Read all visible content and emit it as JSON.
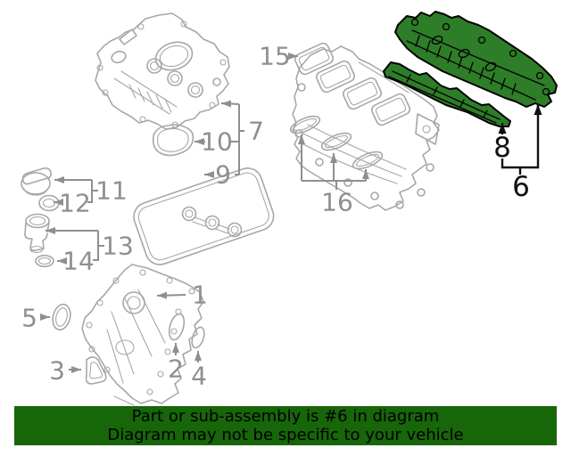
{
  "title": "Engine parts diagram",
  "banner": {
    "line1": "Part or sub-assembly is #6 in diagram",
    "line2": "Diagram may not be specific to your vehicle"
  },
  "highlight": {
    "selected_part_number": "6",
    "emphasized_callouts": [
      "6",
      "8"
    ],
    "fill": "#2e7d28",
    "outline": "#000000"
  },
  "colors": {
    "background": "#ffffff",
    "line_art_gray": "#a7a7a7",
    "callout_gray": "#8f8f8f",
    "banner_background": "#17660a",
    "banner_text": "#000000"
  },
  "callouts": {
    "1": {
      "label": "1"
    },
    "2": {
      "label": "2"
    },
    "3": {
      "label": "3"
    },
    "4": {
      "label": "4"
    },
    "5": {
      "label": "5"
    },
    "6": {
      "label": "6"
    },
    "7": {
      "label": "7"
    },
    "8": {
      "label": "8"
    },
    "9": {
      "label": "9"
    },
    "10": {
      "label": "10"
    },
    "11": {
      "label": "11"
    },
    "12": {
      "label": "12"
    },
    "13": {
      "label": "13"
    },
    "14": {
      "label": "14"
    },
    "15": {
      "label": "15"
    },
    "16": {
      "label": "16"
    }
  }
}
